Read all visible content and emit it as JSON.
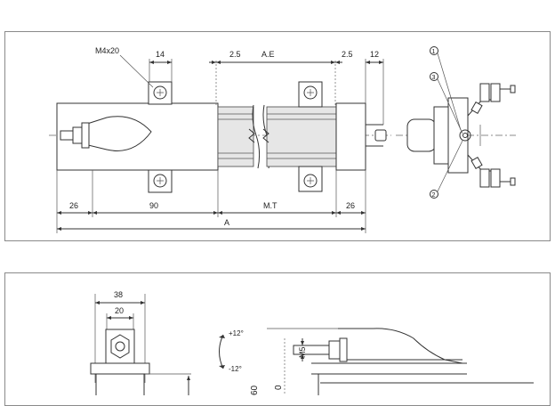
{
  "top_view": {
    "screw_label": "M4x20",
    "dims": {
      "d14": "14",
      "d2_5_left": "2.5",
      "ae": "A.E",
      "d2_5_right": "2.5",
      "d12": "12",
      "d26_left": "26",
      "d90": "90",
      "mt": "M.T",
      "d26_right": "26",
      "a": "A"
    },
    "callouts": [
      "1",
      "3",
      "2"
    ]
  },
  "side_view": {
    "dims": {
      "d38": "38",
      "d20": "20",
      "d60": "60",
      "d0": "0",
      "m5": "M5"
    },
    "angles": {
      "plus": "+12°",
      "minus": "-12°"
    }
  }
}
